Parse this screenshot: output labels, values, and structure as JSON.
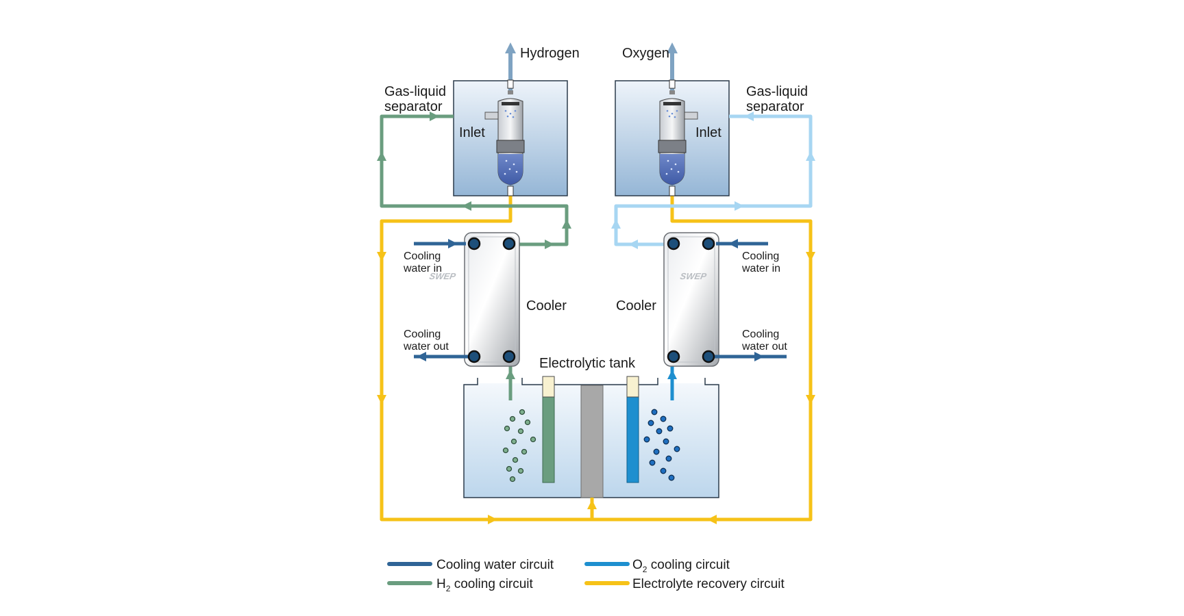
{
  "labels": {
    "hydrogen": "Hydrogen",
    "oxygen": "Oxygen",
    "gas_liquid_left_1": "Gas-liquid",
    "gas_liquid_left_2": "separator",
    "gas_liquid_right_1": "Gas-liquid",
    "gas_liquid_right_2": "separator",
    "inlet_left": "Inlet",
    "inlet_right": "Inlet",
    "cooler_left": "Cooler",
    "cooler_right": "Cooler",
    "cooling_in_left_1": "Cooling",
    "cooling_in_left_2": "water in",
    "cooling_out_left_1": "Cooling",
    "cooling_out_left_2": "water out",
    "cooling_in_right_1": "Cooling",
    "cooling_in_right_2": "water in",
    "cooling_out_right_1": "Cooling",
    "cooling_out_right_2": "water out",
    "tank": "Electrolytic tank",
    "brand": "SWEP"
  },
  "legend": {
    "cooling_water": "Cooling water circuit",
    "h2_prefix": "H",
    "h2_sub": "2",
    "h2_suffix": " cooling circuit",
    "o2_prefix": "O",
    "o2_sub": "2",
    "o2_suffix": " cooling circuit",
    "electrolyte": "Electrolyte recovery circuit"
  },
  "colors": {
    "cooling_water": "#2f6496",
    "h2": "#6a9d7f",
    "o2": "#1e8fcf",
    "o2_loop": "#a7d6f2",
    "electrolyte": "#f6c218",
    "gas_out": "#7fa3c2"
  }
}
